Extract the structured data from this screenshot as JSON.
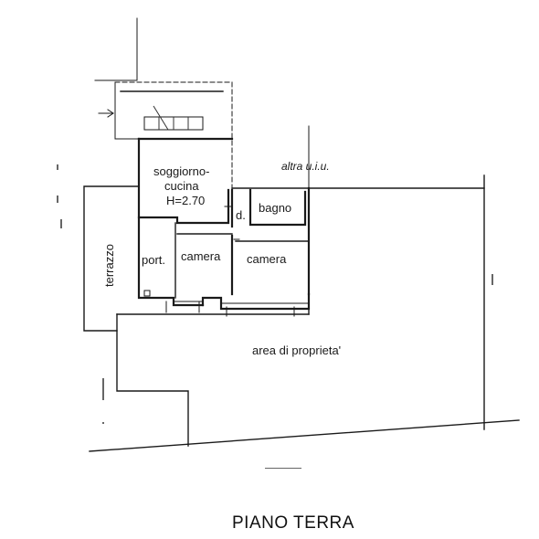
{
  "plan": {
    "title": "PIANO TERRA",
    "rooms": {
      "soggiorno_line1": "soggiorno-",
      "soggiorno_line2": "cucina",
      "soggiorno_height": "H=2.70",
      "disimpegno": "d.",
      "bagno": "bagno",
      "camera_left": "camera",
      "camera_right": "camera",
      "portico": "port.",
      "terrazzo": "terrazzo",
      "area": "area di proprieta'",
      "altra_uiu": "altra u.i.u."
    }
  }
}
